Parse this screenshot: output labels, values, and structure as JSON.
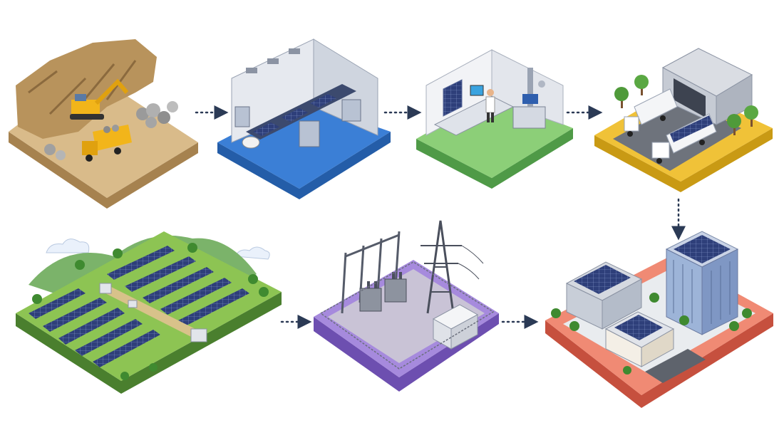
{
  "diagram": {
    "stages": [
      {
        "id": "mining",
        "icon": "mining-quarry-icon",
        "color": "#c9a47a"
      },
      {
        "id": "manufacturing",
        "icon": "factory-production-line-icon",
        "color": "#3b7fd6"
      },
      {
        "id": "testing",
        "icon": "laboratory-testing-icon",
        "color": "#7cc26a"
      },
      {
        "id": "logistics",
        "icon": "warehouse-trucks-icon",
        "color": "#f0c238"
      },
      {
        "id": "solar-farm",
        "icon": "solar-farm-icon",
        "color": "#6aa83e"
      },
      {
        "id": "substation",
        "icon": "power-substation-icon",
        "color": "#9d7ed6"
      },
      {
        "id": "city",
        "icon": "solar-city-icon",
        "color": "#ee7660"
      }
    ],
    "connections": [
      {
        "from": "mining",
        "to": "manufacturing"
      },
      {
        "from": "manufacturing",
        "to": "testing"
      },
      {
        "from": "testing",
        "to": "logistics"
      },
      {
        "from": "logistics",
        "to": "city"
      },
      {
        "from": "solar-farm",
        "to": "substation"
      },
      {
        "from": "substation",
        "to": "city"
      }
    ],
    "arrow_color": "#2b3a55"
  }
}
